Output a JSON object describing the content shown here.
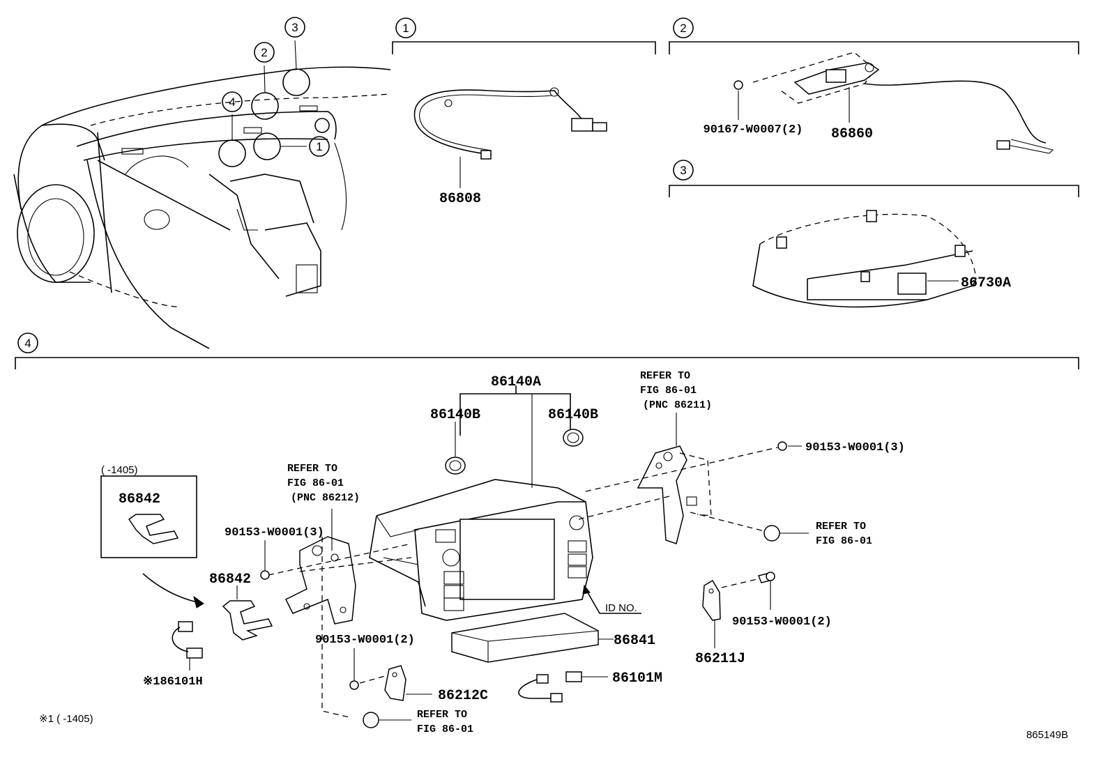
{
  "sections": {
    "s1": {
      "number": "1"
    },
    "s2": {
      "number": "2"
    },
    "s3": {
      "number": "3"
    },
    "s4": {
      "number": "4"
    }
  },
  "overview": {
    "callouts": [
      "1",
      "2",
      "3",
      "4"
    ]
  },
  "parts": {
    "p86808": "86808",
    "p90167": "90167-W0007(2)",
    "p86860": "86860",
    "p86730A": "86730A",
    "p86140A": "86140A",
    "p86140B_left": "86140B",
    "p86140B_right": "86140B",
    "p90153_top": "90153-W0001(3)",
    "p90153_left": "90153-W0001(3)",
    "p90153_bottom": "90153-W0001(2)",
    "p90153_right": "90153-W0001(2)",
    "p86842_box": "86842",
    "p86842": "86842",
    "p86841": "86841",
    "p86211J": "86211J",
    "p86212C": "86212C",
    "p86101M": "86101M",
    "p86101H": "※186101H"
  },
  "refs": {
    "ref_top_1": "REFER TO",
    "ref_top_2": "FIG 86-01",
    "ref_top_3": "(PNC 86211)",
    "ref_left_1": "REFER TO",
    "ref_left_2": "FIG 86-01",
    "ref_left_3": "(PNC 86212)",
    "ref_right_1": "REFER TO",
    "ref_right_2": "FIG 86-01",
    "ref_bottom_1": "REFER TO",
    "ref_bottom_2": "FIG 86-01"
  },
  "notes": {
    "range_box": "(       -1405)",
    "id_no": "ID NO.",
    "footnote": "※1 (       -1405)",
    "figure_code": "865149B"
  }
}
